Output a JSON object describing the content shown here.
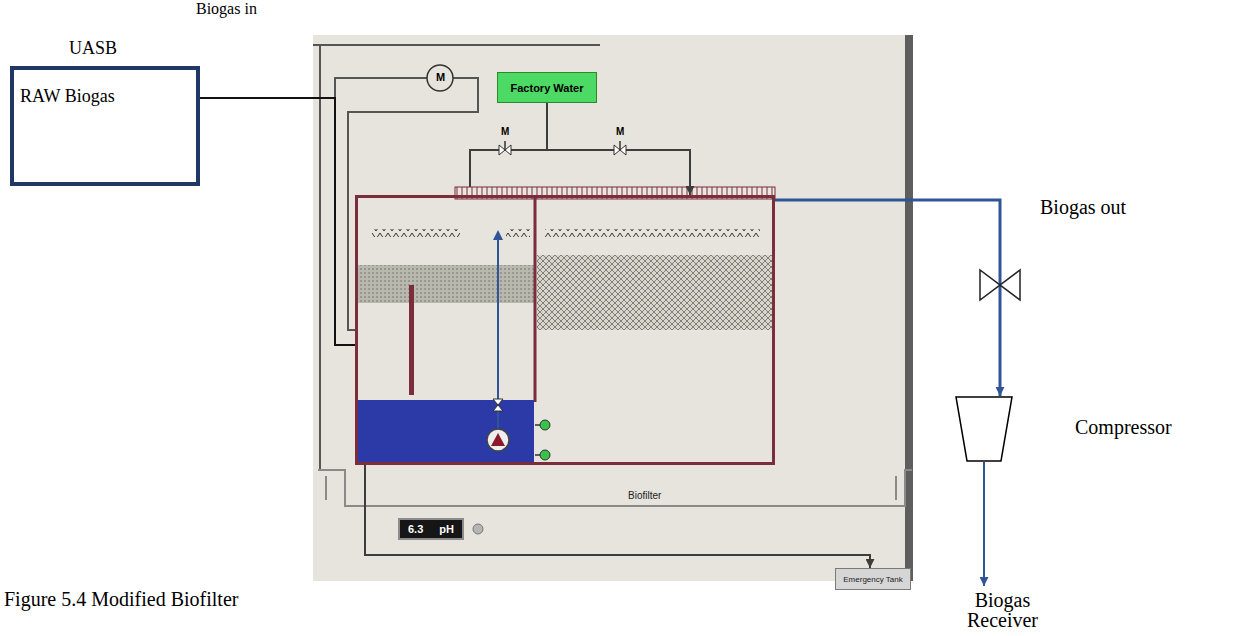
{
  "diagram": {
    "caption": "Figure 5.4 Modified Biofilter",
    "nodes": [
      {
        "text": [
          "UASB",
          "RAW Biogas"
        ]
      },
      {
        "text": [
          "Factory Water"
        ]
      },
      {
        "text": [
          "Biofilter"
        ]
      },
      {
        "text": [
          "6.3",
          "pH"
        ]
      },
      {
        "text": [
          "Emergency Tank"
        ]
      },
      {
        "text": [
          "Compressor"
        ]
      },
      {
        "text": [
          "Biogas Receiver"
        ]
      }
    ],
    "edges": [
      {
        "from": 0,
        "to": 2,
        "arrow": "none"
      },
      {
        "from": 1,
        "to": 2,
        "arrow": "to"
      },
      {
        "from": 2,
        "to": 4,
        "arrow": "to"
      },
      {
        "from": 2,
        "to": 5,
        "arrow": "to"
      },
      {
        "from": 5,
        "to": 6,
        "arrow": "to"
      }
    ],
    "labels": [
      "Biogas in",
      "M",
      "M",
      "M",
      "Biogas out"
    ]
  }
}
